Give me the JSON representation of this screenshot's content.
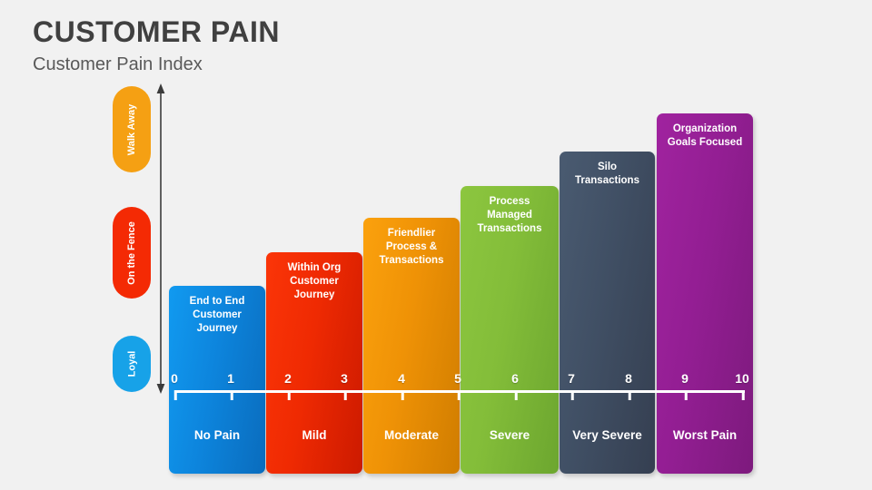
{
  "header": {
    "title": "CUSTOMER PAIN",
    "subtitle": "Customer Pain Index"
  },
  "sentiment_pills": [
    {
      "label": "Walk Away",
      "color": "#f5a013"
    },
    {
      "label": "On the Fence",
      "color": "#f42a04"
    },
    {
      "label": "Loyal",
      "color": "#17a2e8"
    }
  ],
  "axis": {
    "vertical_arrow": "double-headed-vertical-arrow",
    "scale_ticks": [
      "0",
      "1",
      "2",
      "3",
      "4",
      "5",
      "6",
      "7",
      "8",
      "9",
      "10"
    ]
  },
  "bars": [
    {
      "top_label": "End to End Customer Journey",
      "bottom_label": "No Pain",
      "numbers": [
        "0",
        "1"
      ],
      "color": "#0b78d0",
      "color_light": "#119af0"
    },
    {
      "top_label": "Within Org Customer Journey",
      "bottom_label": "Mild",
      "numbers": [
        "2",
        "3"
      ],
      "color": "#e01f00",
      "color_light": "#fb3508"
    },
    {
      "top_label": "Friendlier Process & Transactions",
      "bottom_label": "Moderate",
      "numbers": [
        "4",
        "5"
      ],
      "color": "#e08a00",
      "color_light": "#fba10d"
    },
    {
      "top_label": "Process Managed Transactions",
      "bottom_label": "Severe",
      "numbers": [
        "6"
      ],
      "color": "#74ae36",
      "color_light": "#8cc63f"
    },
    {
      "top_label": "Silo Transactions",
      "bottom_label": "Very Severe",
      "numbers": [
        "7",
        "8"
      ],
      "color": "#3b4a5e",
      "color_light": "#47586e"
    },
    {
      "top_label": "Organization Goals Focused",
      "bottom_label": "Worst Pain",
      "numbers": [
        "9",
        "10"
      ],
      "color": "#8c1d8c",
      "color_light": "#a0239f"
    }
  ],
  "chart_data": {
    "type": "bar",
    "title": "CUSTOMER PAIN",
    "subtitle": "Customer Pain Index",
    "xlabel": "",
    "ylabel": "",
    "categories": [
      "No Pain",
      "Mild",
      "Moderate",
      "Severe",
      "Very Severe",
      "Worst Pain"
    ],
    "values": [
      1,
      2,
      3,
      4,
      5,
      6
    ],
    "value_ranges": [
      [
        0,
        1
      ],
      [
        2,
        3
      ],
      [
        4,
        5
      ],
      [
        6,
        6
      ],
      [
        7,
        8
      ],
      [
        9,
        10
      ]
    ],
    "bar_labels": [
      "End to End Customer Journey",
      "Within Org Customer Journey",
      "Friendlier Process & Transactions",
      "Process Managed Transactions",
      "Silo Transactions",
      "Organization Goals Focused"
    ],
    "colors": [
      "#0b78d0",
      "#e01f00",
      "#e08a00",
      "#74ae36",
      "#3b4a5e",
      "#8c1d8c"
    ],
    "scale": {
      "min": 0,
      "max": 10,
      "ticks": [
        0,
        1,
        2,
        3,
        4,
        5,
        6,
        7,
        8,
        9,
        10
      ]
    },
    "y_axis_categories": [
      "Loyal",
      "On the Fence",
      "Walk Away"
    ],
    "grid": false,
    "legend": "none"
  }
}
